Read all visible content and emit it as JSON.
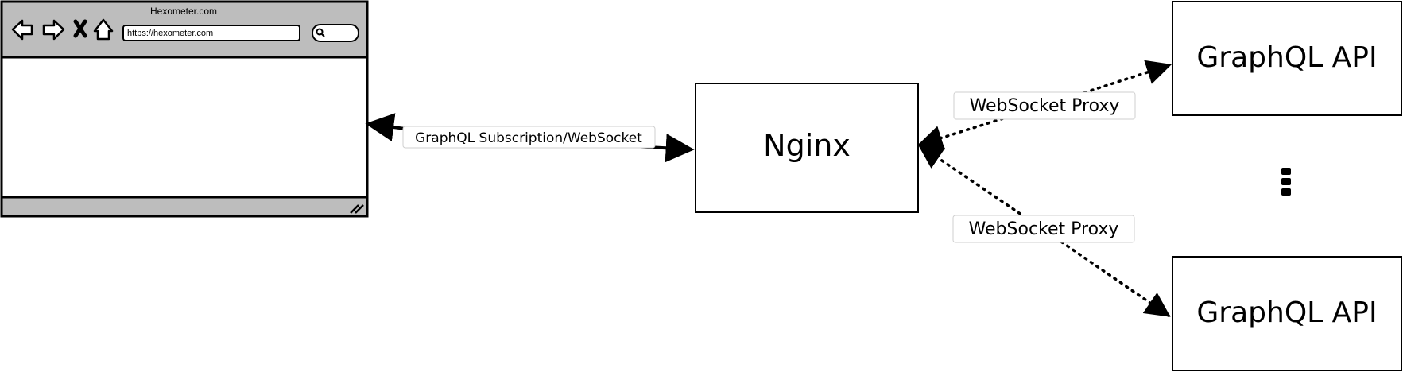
{
  "browser": {
    "title": "Hexometer.com",
    "url": "https://hexometer.com",
    "icons": [
      "back-arrow-icon",
      "forward-arrow-icon",
      "close-icon",
      "home-icon",
      "search-icon",
      "resize-grip-icon"
    ]
  },
  "nodes": {
    "nginx": "Nginx",
    "api_top": "GraphQL API",
    "api_bottom": "GraphQL API",
    "ellipsis": "more-instances-icon"
  },
  "edges": {
    "client_nginx": "GraphQL Subscription/WebSocket",
    "proxy_top": "WebSocket Proxy",
    "proxy_bottom": "WebSocket Proxy"
  },
  "colors": {
    "stroke": "#000000",
    "browser_chrome": "#bdbdbd",
    "label_border": "#cfcfcf"
  }
}
